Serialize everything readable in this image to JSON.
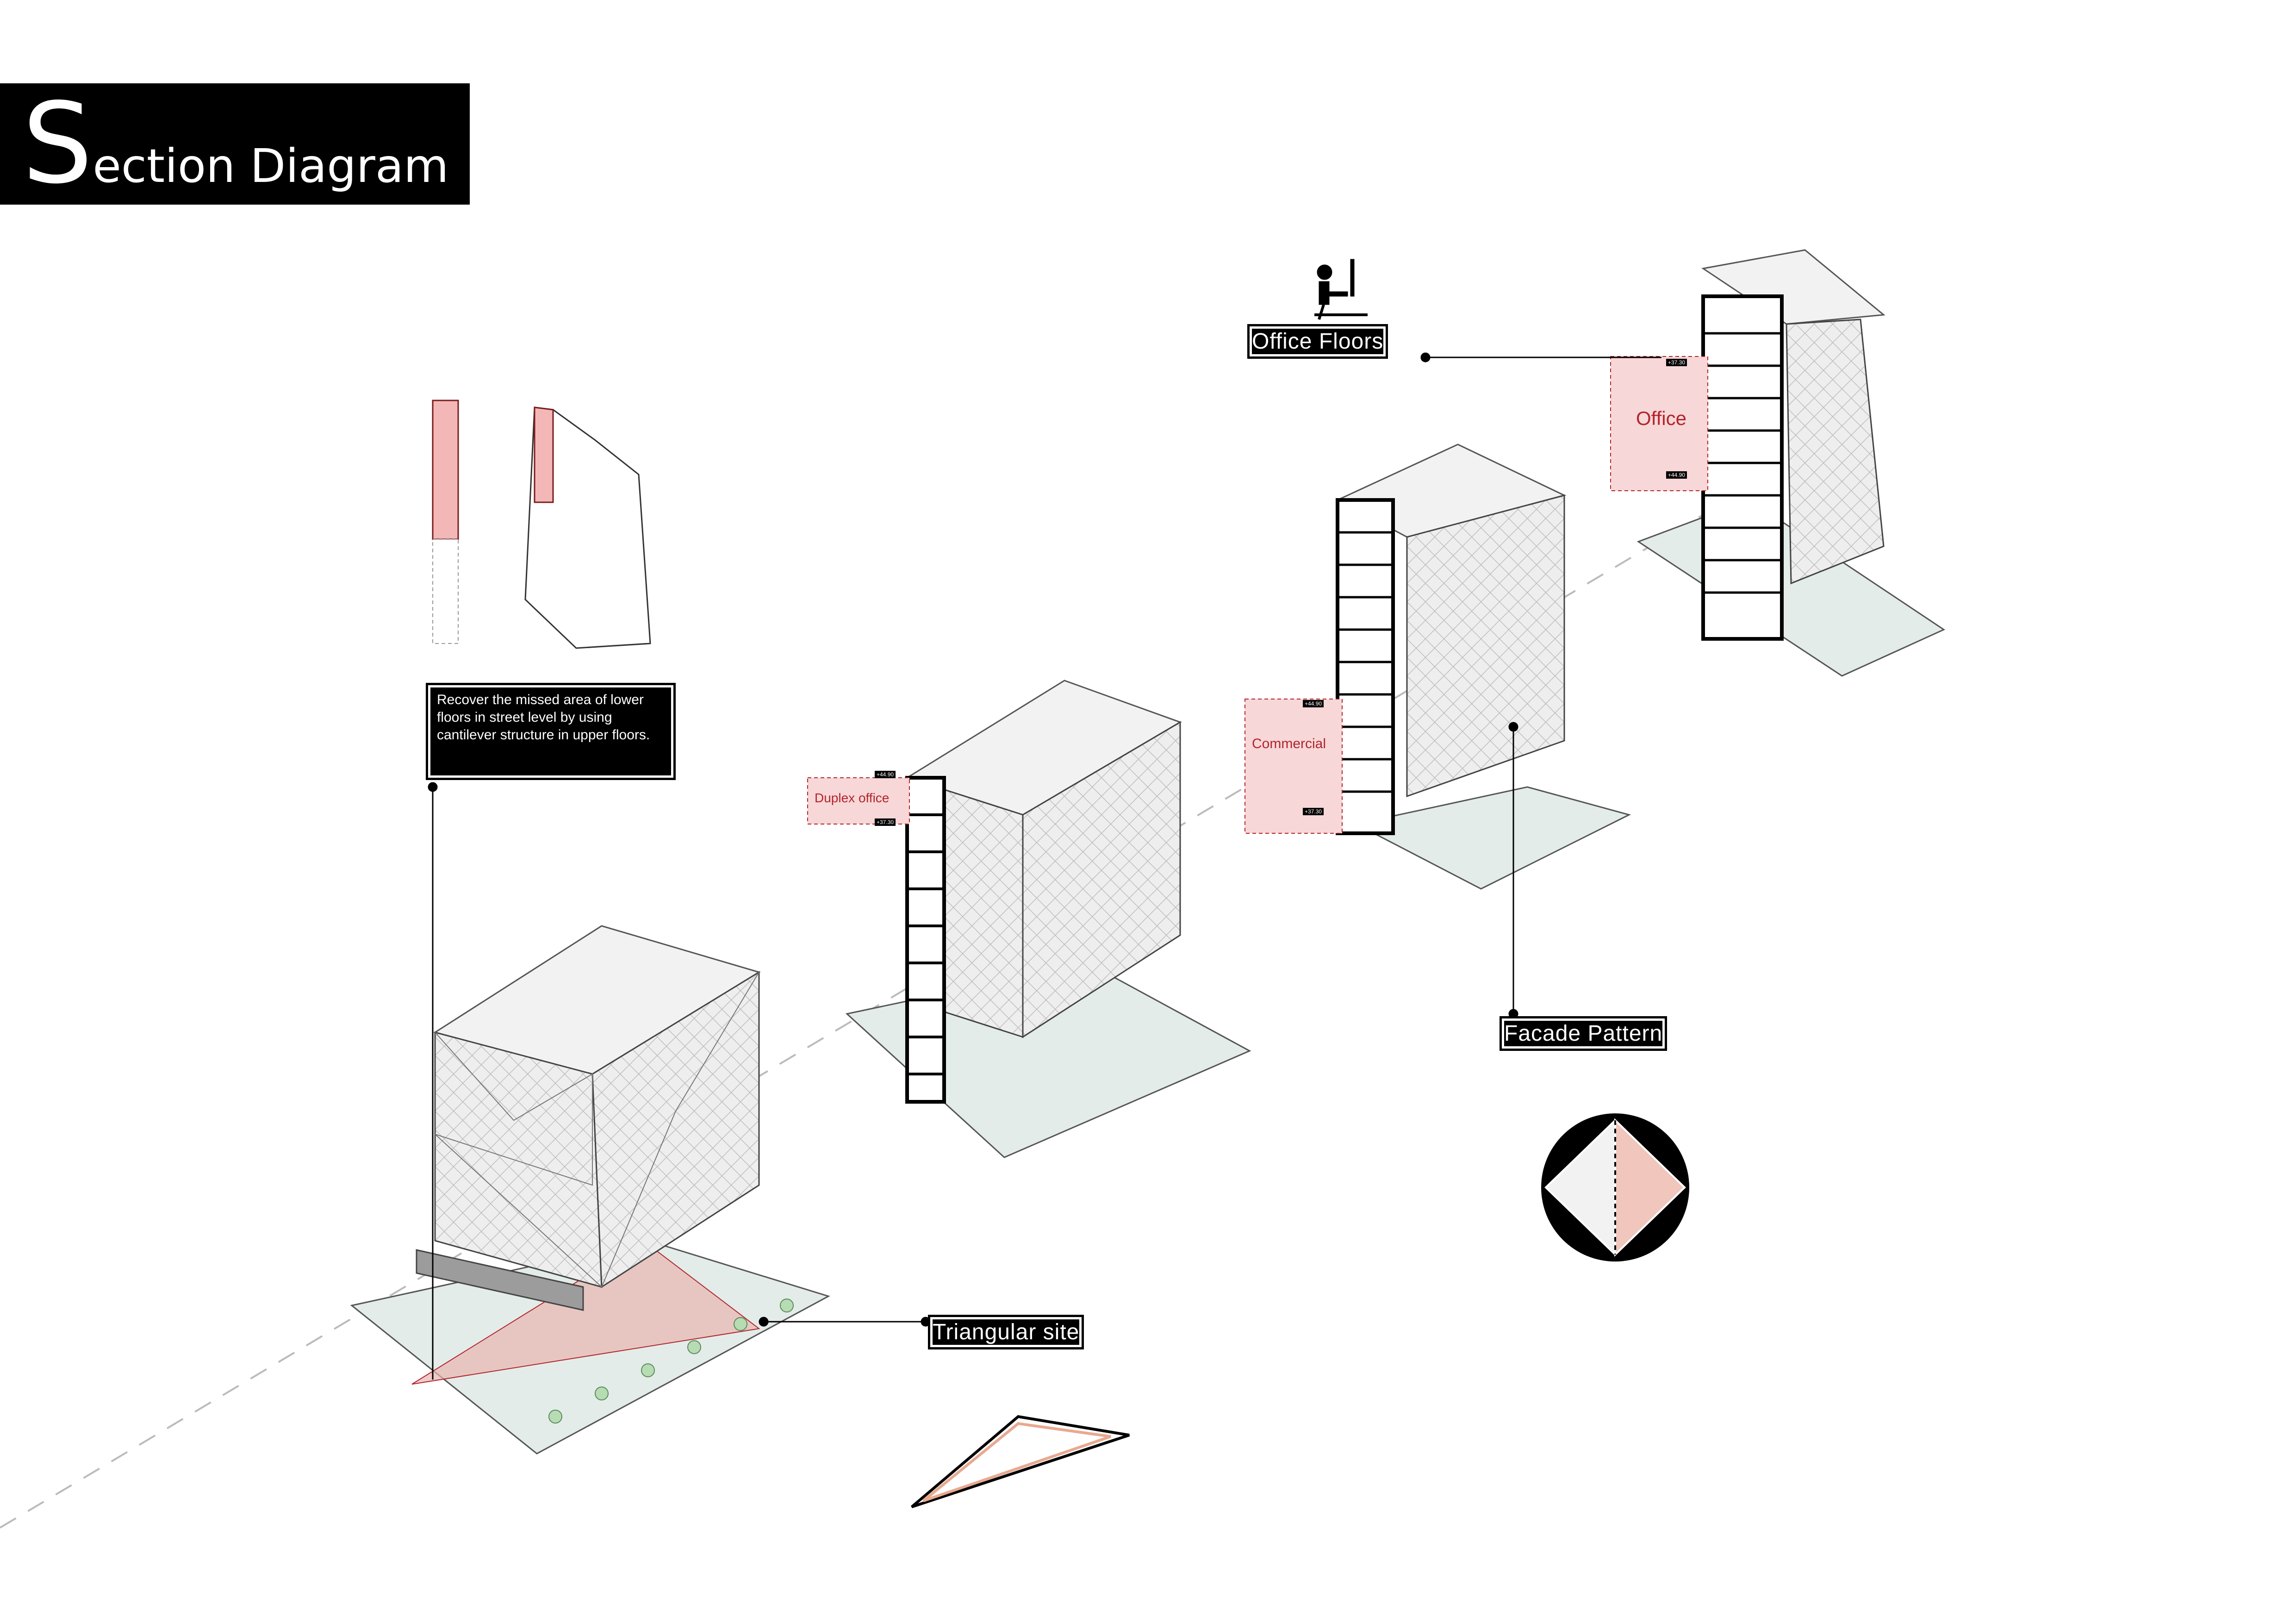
{
  "title": {
    "first_letter": "S",
    "rest": "ection Diagram"
  },
  "note": {
    "text": "Recover the missed area of lower floors in street level by using cantilever structure in upper floors."
  },
  "labels": {
    "office_floors": "Office Floors",
    "facade_pattern": "Facade Pattern",
    "triangular_site": "Triangular site"
  },
  "functions": {
    "duplex_office": "Duplex office",
    "commercial": "Commercial",
    "office": "Office"
  },
  "levels": {
    "duplex_top": "+44.90",
    "duplex_bottom": "+37.30",
    "commercial_top": "+44.90",
    "commercial_bottom": "+37.30",
    "office_top": "+37.30",
    "office_bottom": "+44.90"
  },
  "colors": {
    "highlight": "#f7d7d7",
    "highlight_stroke": "#b2242c",
    "facade": "#ececec",
    "ground": "#dfe8e4"
  }
}
